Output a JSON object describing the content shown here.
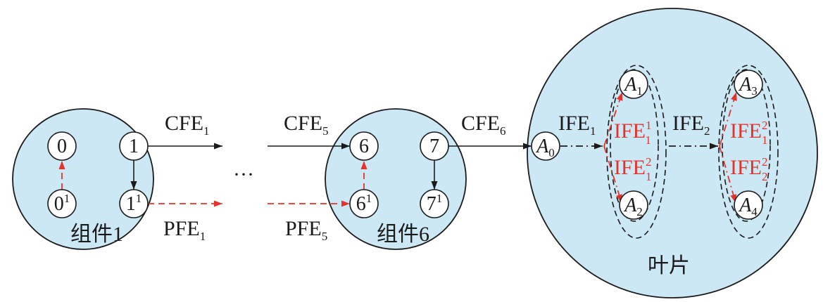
{
  "groups": {
    "component_1": {
      "label": "组件1"
    },
    "component_6": {
      "label": "组件6"
    },
    "blade": {
      "label": "叶片"
    }
  },
  "nodes": {
    "n0": {
      "base": "0"
    },
    "n1": {
      "base": "1"
    },
    "n0p": {
      "base": "0",
      "sup": "1"
    },
    "n1p": {
      "base": "1",
      "sup": "1"
    },
    "n6": {
      "base": "6"
    },
    "n7": {
      "base": "7"
    },
    "n6p": {
      "base": "6",
      "sup": "1"
    },
    "n7p": {
      "base": "7",
      "sup": "1"
    },
    "a0": {
      "base": "A",
      "sub": "0"
    },
    "a1": {
      "base": "A",
      "sub": "1"
    },
    "a2": {
      "base": "A",
      "sub": "2"
    },
    "a3": {
      "base": "A",
      "sub": "3"
    },
    "a4": {
      "base": "A",
      "sub": "4"
    }
  },
  "edge_labels": {
    "cfe1": {
      "base": "CFE",
      "sub": "1"
    },
    "cfe5": {
      "base": "CFE",
      "sub": "5"
    },
    "cfe6": {
      "base": "CFE",
      "sub": "6"
    },
    "pfe1": {
      "base": "PFE",
      "sub": "1"
    },
    "pfe5": {
      "base": "PFE",
      "sub": "5"
    },
    "ife1": {
      "base": "IFE",
      "sub": "1"
    },
    "ife2": {
      "base": "IFE",
      "sub": "2"
    },
    "ife_group1_upper": {
      "base": "IFE",
      "sup": "1",
      "sub": "1"
    },
    "ife_group1_lower": {
      "base": "IFE",
      "sup": "2",
      "sub": "1"
    },
    "ife_group2_upper": {
      "base": "IFE",
      "sup": "2",
      "sub": "1"
    },
    "ife_group2_lower": {
      "base": "IFE",
      "sup": "2",
      "sub": "2"
    }
  },
  "ellipsis": "···",
  "colors": {
    "circle_fill": "#cde8f5",
    "ink": "#1a1a1a",
    "red": "#e5322b",
    "node_fill": "#ffffff"
  }
}
